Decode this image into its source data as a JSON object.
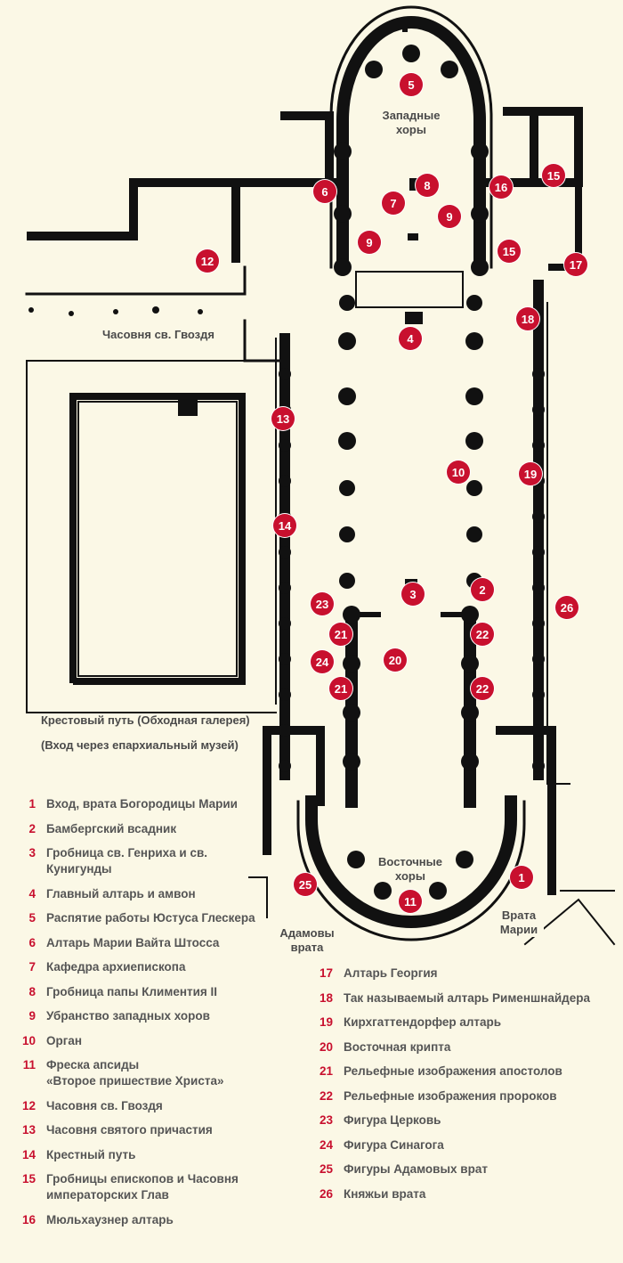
{
  "map_labels": {
    "west_choir": "Западные хоры",
    "nail_chapel": "Часовня св. Гвоздя",
    "cloister": "Крестовый путь (Обходная галерея)",
    "museum_entrance": "(Вход через епархиальный музей)",
    "east_choir": "Восточные хоры",
    "adam_gate": "Адамовы врата",
    "mary_gate": "Врата Марии"
  },
  "markers": [
    "5",
    "8",
    "7",
    "6",
    "9",
    "9",
    "15",
    "15",
    "16",
    "17",
    "12",
    "4",
    "18",
    "13",
    "10",
    "19",
    "14",
    "3",
    "2",
    "26",
    "23",
    "21",
    "22",
    "24",
    "20",
    "21",
    "22",
    "25",
    "1",
    "11"
  ],
  "legend": [
    {
      "n": "1",
      "t": "Вход, врата Богородицы Марии"
    },
    {
      "n": "2",
      "t": "Бамбергский всадник"
    },
    {
      "n": "3",
      "t": "Гробница св. Генриха и св.\nКунигунды"
    },
    {
      "n": "4",
      "t": "Главный алтарь и амвон"
    },
    {
      "n": "5",
      "t": "Распятие работы Юстуса Глескера"
    },
    {
      "n": "6",
      "t": "Алтарь Марии Вайта Штосса"
    },
    {
      "n": "7",
      "t": "Кафедра архиепископа"
    },
    {
      "n": "8",
      "t": "Гробница папы Климентия II"
    },
    {
      "n": "9",
      "t": "Убранство западных хоров"
    },
    {
      "n": "10",
      "t": "Орган"
    },
    {
      "n": "11",
      "t": "Фреска апсиды\n«Второе пришествие Христа»"
    },
    {
      "n": "12",
      "t": "Часовня св. Гвоздя"
    },
    {
      "n": "13",
      "t": "Часовня святого причастия"
    },
    {
      "n": "14",
      "t": "Крестный путь"
    },
    {
      "n": "15",
      "t": "Гробницы епископов и Часовня\nимператорских Глав"
    },
    {
      "n": "16",
      "t": "Мюльхаузнер алтарь"
    },
    {
      "n": "17",
      "t": "Алтарь Георгия"
    },
    {
      "n": "18",
      "t": "Так называемый алтарь Рименшнайдера"
    },
    {
      "n": "19",
      "t": "Кирхгаттендорфер алтарь"
    },
    {
      "n": "20",
      "t": "Восточная крипта"
    },
    {
      "n": "21",
      "t": "Рельефные изображения апостолов"
    },
    {
      "n": "22",
      "t": "Рельефные изображения пророков"
    },
    {
      "n": "23",
      "t": "Фигура Церковь"
    },
    {
      "n": "24",
      "t": "Фигура Синагога"
    },
    {
      "n": "25",
      "t": "Фигуры Адамовых врат"
    },
    {
      "n": "26",
      "t": "Княжьи врата"
    }
  ],
  "colors": {
    "marker": "#c8102e",
    "background": "#fbf8e6",
    "wall": "#111111",
    "legend_text": "#555555"
  }
}
